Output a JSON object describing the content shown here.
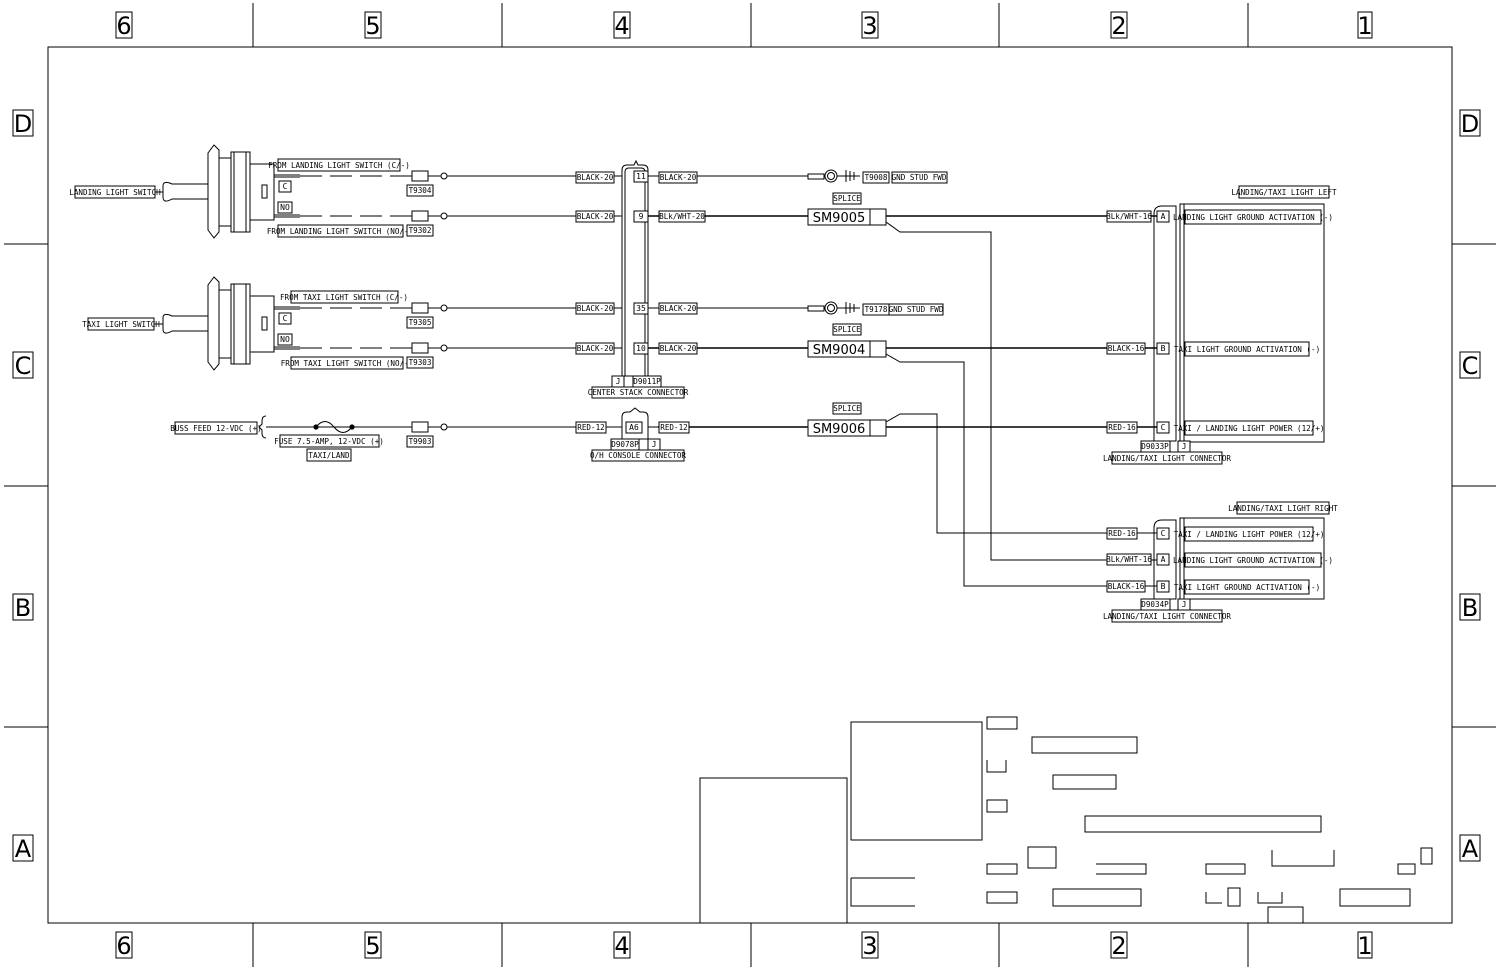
{
  "zones": {
    "columns": [
      "6",
      "5",
      "4",
      "3",
      "2",
      "1"
    ],
    "rows": [
      "D",
      "C",
      "B",
      "A"
    ]
  },
  "switches": {
    "landing": {
      "name": "LANDING LIGHT SWITCH",
      "pin_c": "C",
      "pin_no": "NO",
      "wire_c": "FROM LANDING LIGHT SWITCH (C/-)",
      "wire_no": "FROM LANDING LIGHT SWITCH (NO/-)"
    },
    "taxi": {
      "name": "TAXI LIGHT SWITCH",
      "pin_c": "C",
      "pin_no": "NO",
      "wire_c": "FROM TAXI LIGHT SWITCH (C/-)",
      "wire_no": "FROM TAXI LIGHT SWITCH (NO/-)"
    }
  },
  "terminals": {
    "t1": "T9304",
    "t2": "T9302",
    "t3": "T9305",
    "t4": "T9303",
    "t5": "T9903"
  },
  "power": {
    "buss": "BUSS FEED 12-VDC (+)",
    "fuse": "FUSE 7.5-AMP, 12-VDC (+)",
    "fuse_tag": "TAXI/LAND"
  },
  "wires": {
    "w1": "BLACK-20",
    "w2": "BLACK-20",
    "w3": "BLACK-20",
    "w4": "BLACK-20",
    "w5": "RED-12",
    "o1": "BLACK-20",
    "o2": "BLk/WHT-20",
    "o3": "BLACK-20",
    "o4": "BLACK-20",
    "o5": "RED-12",
    "l1": "BLk/WHT-16",
    "l2": "BLACK-16",
    "l3": "RED-16",
    "r1": "RED-16",
    "r2": "BLk/WHT-16",
    "r3": "BLACK-16"
  },
  "center_stack": {
    "pins": [
      "11",
      "9",
      "35",
      "10"
    ],
    "j": "J",
    "p": "D9011P",
    "name": "CENTER STACK CONNECTOR"
  },
  "console": {
    "pin": "A6",
    "p": "D9078P",
    "j": "J",
    "name": "O/H CONSOLE CONNECTOR"
  },
  "grounds": {
    "g1_id": "T9008",
    "g1_label": "GND STUD FWD",
    "g2_id": "T9178",
    "g2_label": "GND STUD FWD"
  },
  "splices": {
    "label": "SPLICE",
    "s1": "SM9005",
    "s2": "SM9004",
    "s3": "SM9006"
  },
  "light_left": {
    "title": "LANDING/TAXI LIGHT LEFT",
    "pins": [
      "A",
      "B",
      "C"
    ],
    "funcs": [
      "LANDING LIGHT GROUND ACTIVATION (-)",
      "TAXI LIGHT GROUND ACTIVATION (-)",
      "TAXI / LANDING LIGHT POWER (12/+)"
    ],
    "p": "D9033P",
    "j": "J",
    "conn": "LANDING/TAXI LIGHT CONNECTOR"
  },
  "light_right": {
    "title": "LANDING/TAXI LIGHT RIGHT",
    "pins": [
      "C",
      "A",
      "B"
    ],
    "funcs": [
      "TAXI / LANDING LIGHT POWER (12/+)",
      "LANDING LIGHT GROUND ACTIVATION (-)",
      "TAXI LIGHT GROUND ACTIVATION (-)"
    ],
    "p": "D9034P",
    "j": "J",
    "conn": "LANDING/TAXI LIGHT CONNECTOR"
  }
}
